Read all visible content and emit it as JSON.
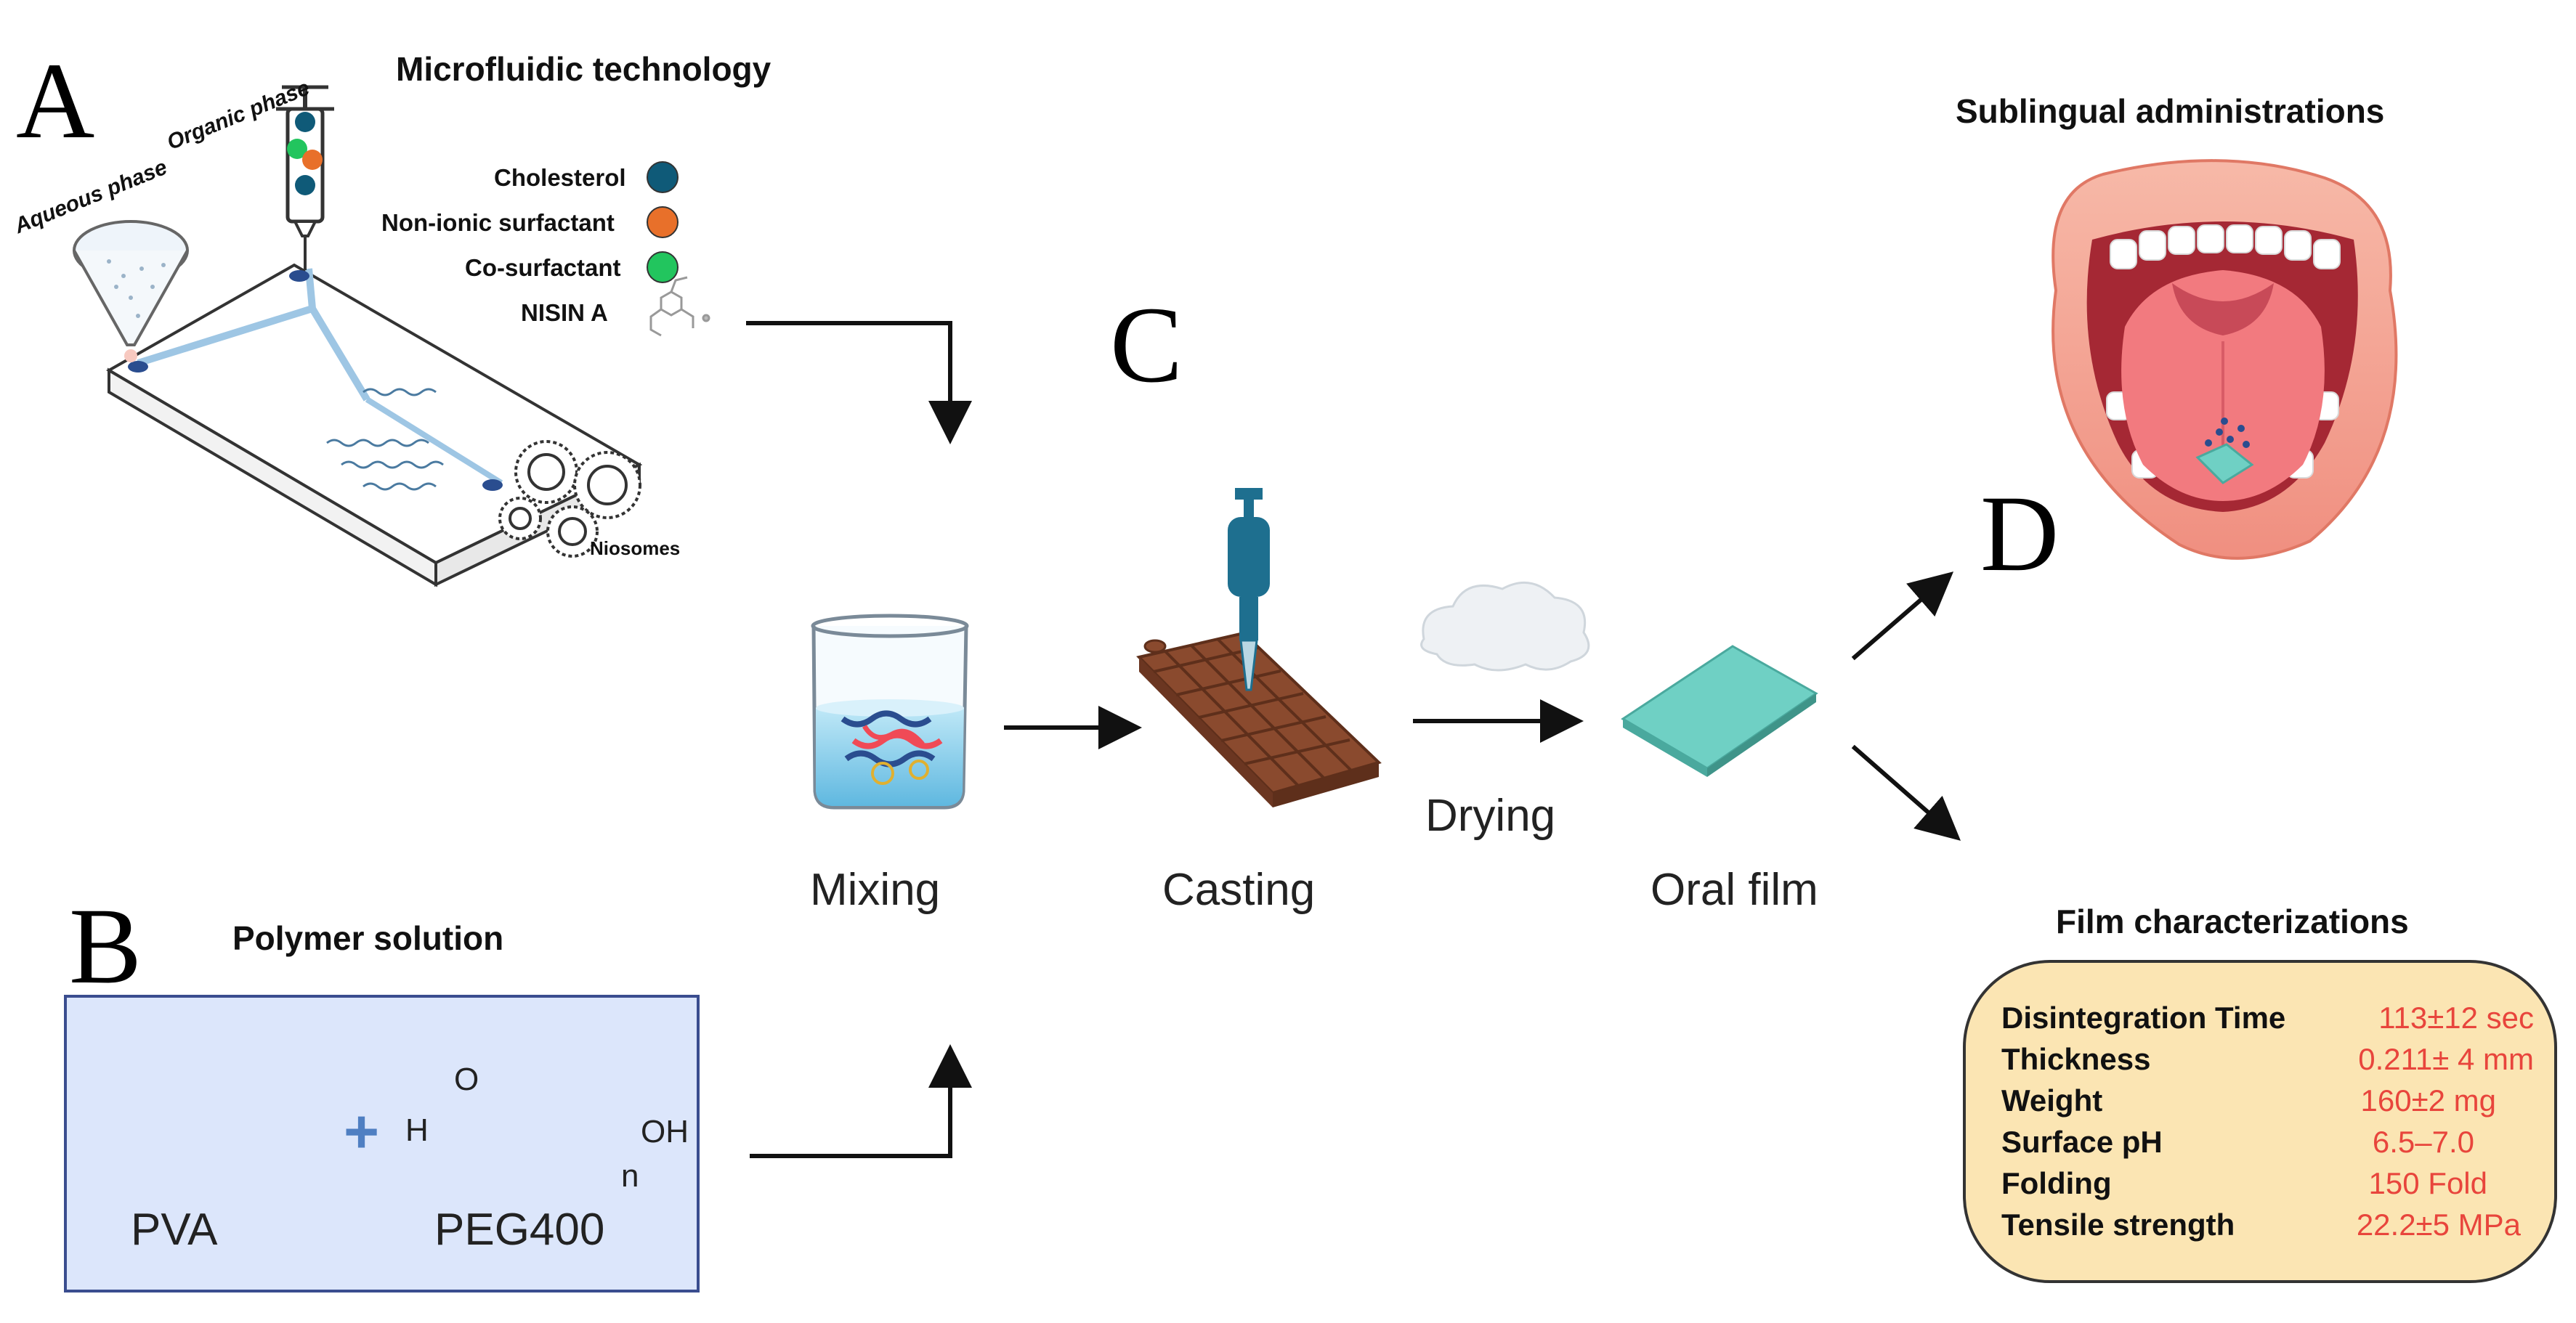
{
  "panels": {
    "a": {
      "letter": "A",
      "title": "Microfluidic technology",
      "aqueous_label": "Aqueous phase",
      "organic_label": "Organic phase",
      "legend": [
        {
          "label": "Cholesterol",
          "color": "#0f5a78"
        },
        {
          "label": "Non-ionic surfactant",
          "color": "#e8702a"
        },
        {
          "label": "Co-surfactant",
          "color": "#22c55e"
        },
        {
          "label": "NISIN A",
          "color": ""
        }
      ],
      "niosomes_label": "Niosomes"
    },
    "b": {
      "letter": "B",
      "title": "Polymer solution",
      "pva_label": "PVA",
      "peg_label": "PEG400",
      "formula": {
        "h": "H",
        "o": "O",
        "n": "n",
        "oh": "OH"
      },
      "plus": "+"
    },
    "c": {
      "letter": "C",
      "steps": {
        "mixing": "Mixing",
        "casting": "Casting",
        "drying": "Drying",
        "oral_film": "Oral film"
      }
    },
    "d": {
      "letter": "D",
      "sublingual_title": "Sublingual administrations",
      "film_title": "Film characterizations",
      "characterizations": [
        {
          "label": "Disintegration Time",
          "value": "113±12 sec"
        },
        {
          "label": "Thickness",
          "value": "0.211± 4 mm"
        },
        {
          "label": "Weight",
          "value": "160±2 mg"
        },
        {
          "label": "Surface pH",
          "value": "6.5–7.0"
        },
        {
          "label": "Folding",
          "value": "150 Fold"
        },
        {
          "label": "Tensile strength",
          "value": "22.2±5 MPa"
        }
      ]
    }
  },
  "colors": {
    "value_red": "#e8453c",
    "film_box_fill": "#fbe5b3",
    "polymer_box_fill": "#dce6fb",
    "pva_blue": "#1e4fb4",
    "pva_red": "#f04a56",
    "plus_blue": "#4f7fc2",
    "oral_film": "#6fd0c4",
    "mold_brown": "#8a4a2e",
    "pipette_blue": "#1e6f8f"
  }
}
